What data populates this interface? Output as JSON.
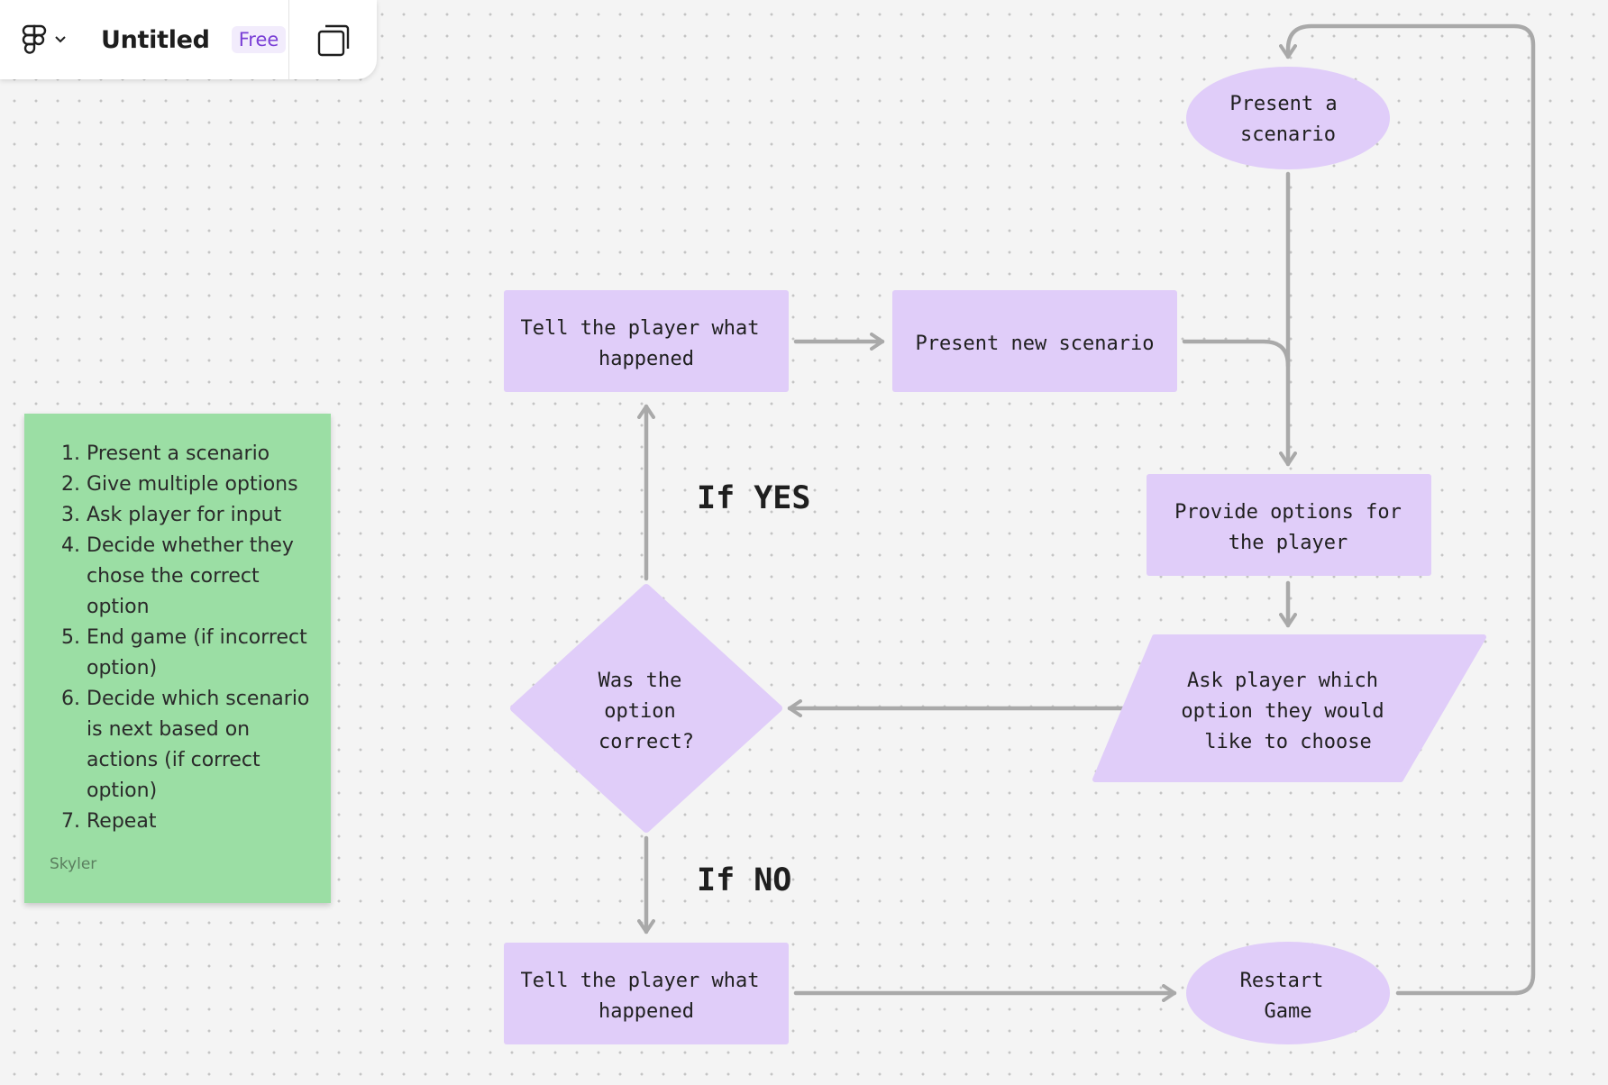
{
  "toolbar": {
    "title": "Untitled",
    "plan_badge": "Free",
    "icons": [
      "figma-logo-icon",
      "chevron-down-icon",
      "layers-icon"
    ]
  },
  "sticky_note": {
    "color": "#9bdea4",
    "items": [
      {
        "num": "1.",
        "lines": [
          "Present a scenario"
        ]
      },
      {
        "num": "2.",
        "lines": [
          "Give multiple options"
        ]
      },
      {
        "num": "3.",
        "lines": [
          "Ask player for input"
        ]
      },
      {
        "num": "4.",
        "lines": [
          "Decide whether they",
          "chose the correct",
          "option"
        ]
      },
      {
        "num": "5.",
        "lines": [
          "End game (if incorrect",
          "option)"
        ]
      },
      {
        "num": "6.",
        "lines": [
          "Decide which scenario",
          "is next based on",
          "actions (if correct",
          "option)"
        ]
      },
      {
        "num": "7.",
        "lines": [
          "Repeat"
        ]
      }
    ],
    "author": "Skyler"
  },
  "flowchart": {
    "shape_color": "#e0cdf9",
    "connector_color": "#a9a9a9",
    "nodes": {
      "present_scenario": [
        "Present a",
        "scenario"
      ],
      "tell_yes": [
        "Tell the player what",
        "happened"
      ],
      "present_new": [
        "Present new scenario"
      ],
      "provide_options": [
        "Provide options for",
        "the player"
      ],
      "ask_player": [
        "Ask player which",
        "option they would",
        "like to choose"
      ],
      "decision": [
        "Was the",
        "option",
        "correct?"
      ],
      "tell_no": [
        "Tell the player what",
        "happened"
      ],
      "restart": [
        "Restart",
        "Game"
      ]
    },
    "edge_labels": {
      "yes": "If YES",
      "no": "If NO"
    }
  }
}
